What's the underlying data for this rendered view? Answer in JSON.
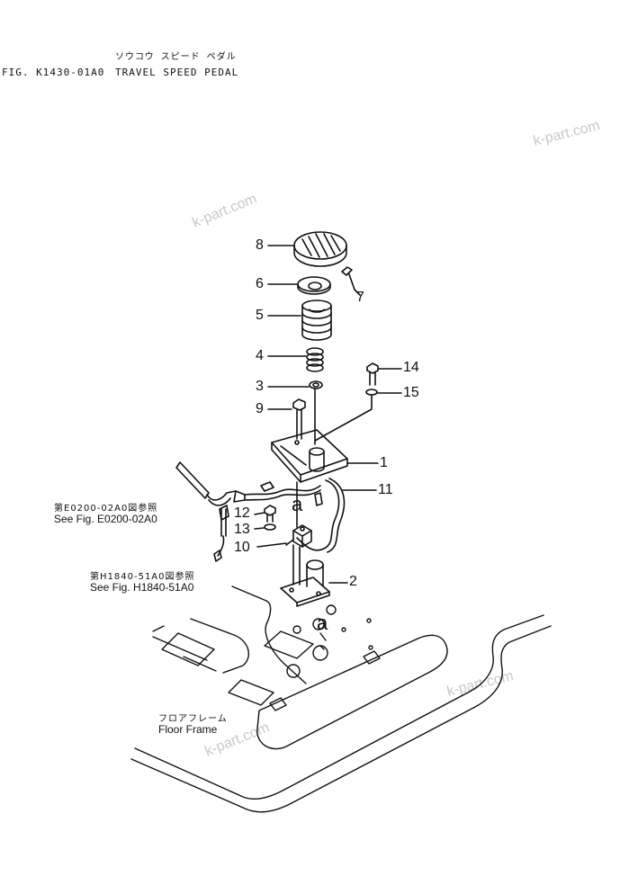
{
  "header": {
    "title_jp": "ソウコウ スピード ペダル",
    "fig_label": "FIG. K1430-01A0",
    "title_en": "TRAVEL SPEED PEDAL"
  },
  "callouts": {
    "c1": "1",
    "c2": "2",
    "c3": "3",
    "c4": "4",
    "c5": "5",
    "c6": "6",
    "c7": "7",
    "c8": "8",
    "c9": "9",
    "c10": "10",
    "c11": "11",
    "c12": "12",
    "c13": "13",
    "c14": "14",
    "c15": "15"
  },
  "view_refs": {
    "a_upper": "a",
    "a_lower": "a"
  },
  "references": {
    "ref1_jp": "第E0200-02A0図参照",
    "ref1_en": "See Fig. E0200-02A0",
    "ref2_jp": "第H1840-51A0図参照",
    "ref2_en": "See Fig. H1840-51A0",
    "floor_jp": "フロアフレーム",
    "floor_en": "Floor Frame"
  },
  "watermarks": [
    "k-part.com",
    "k-part.com",
    "k-part.com",
    "k-part.com"
  ]
}
